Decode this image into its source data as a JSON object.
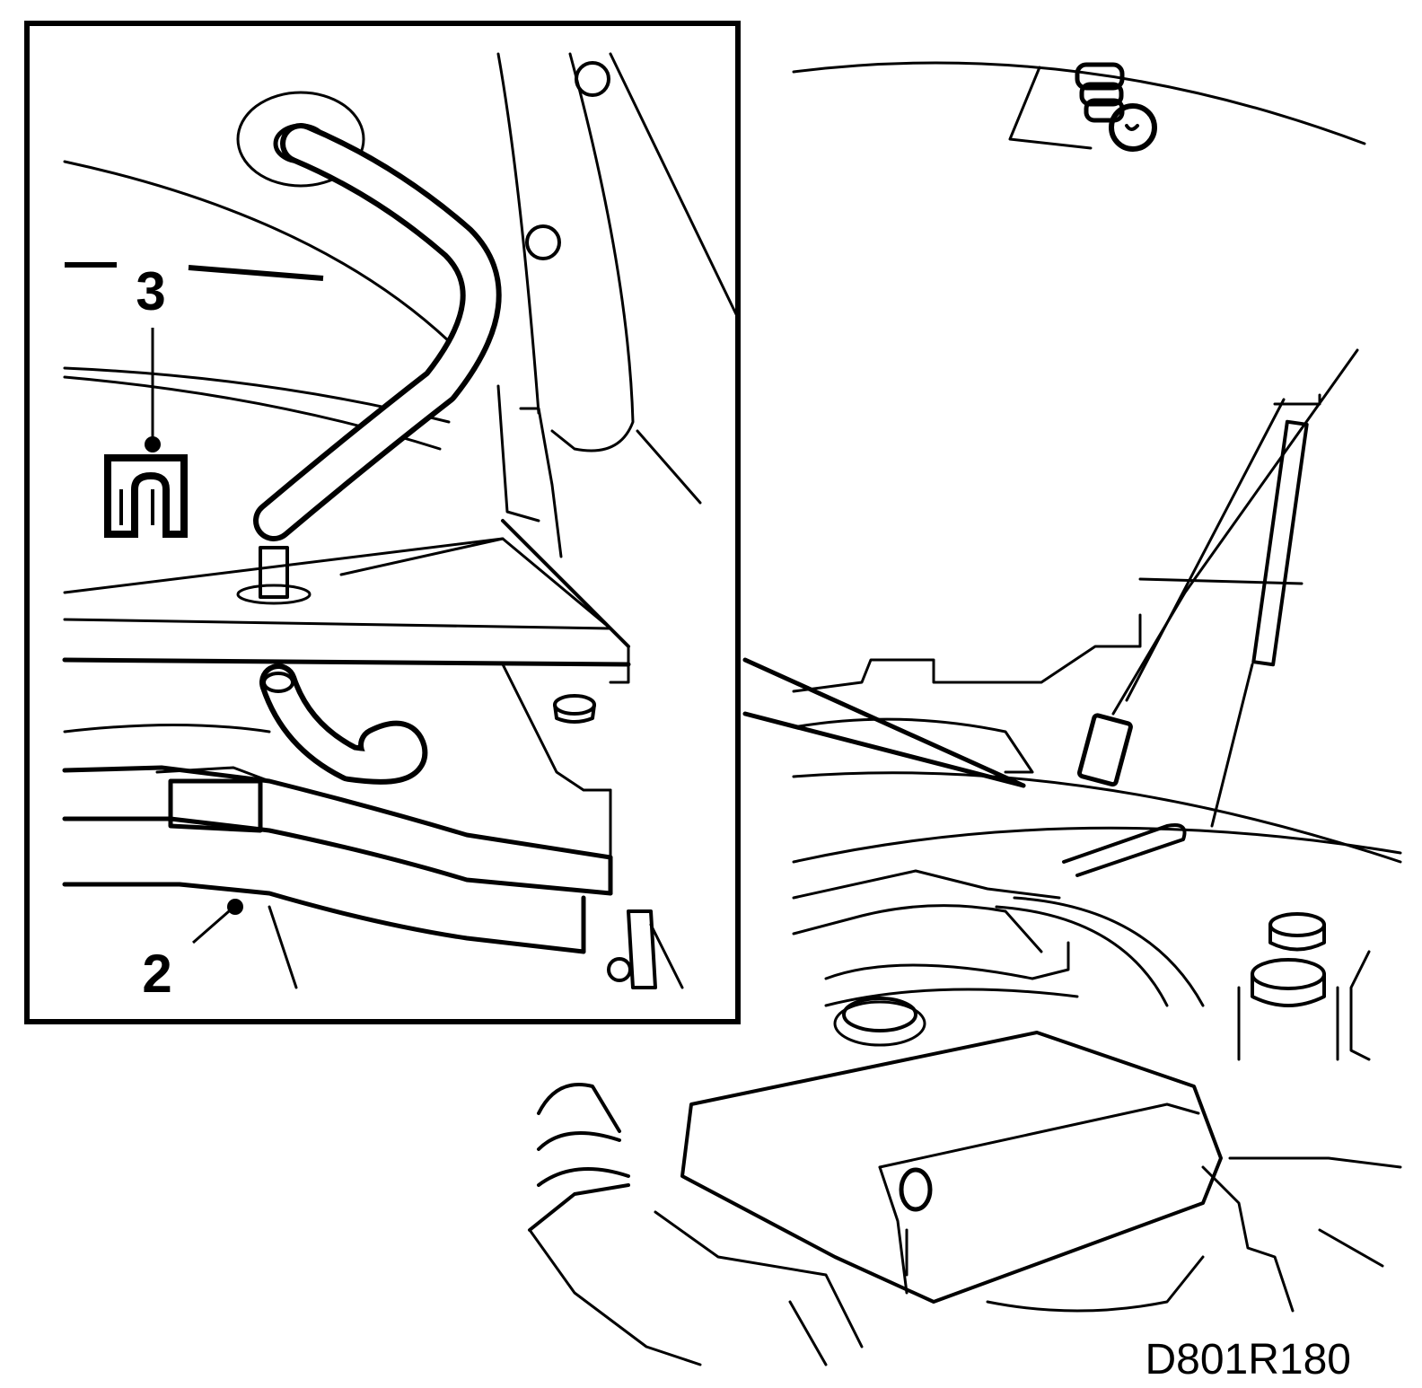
{
  "callouts": {
    "hose_label": "2",
    "clip_label": "3"
  },
  "figure_id": "D801R180",
  "icons": {
    "clip": "hose-clip-icon"
  }
}
